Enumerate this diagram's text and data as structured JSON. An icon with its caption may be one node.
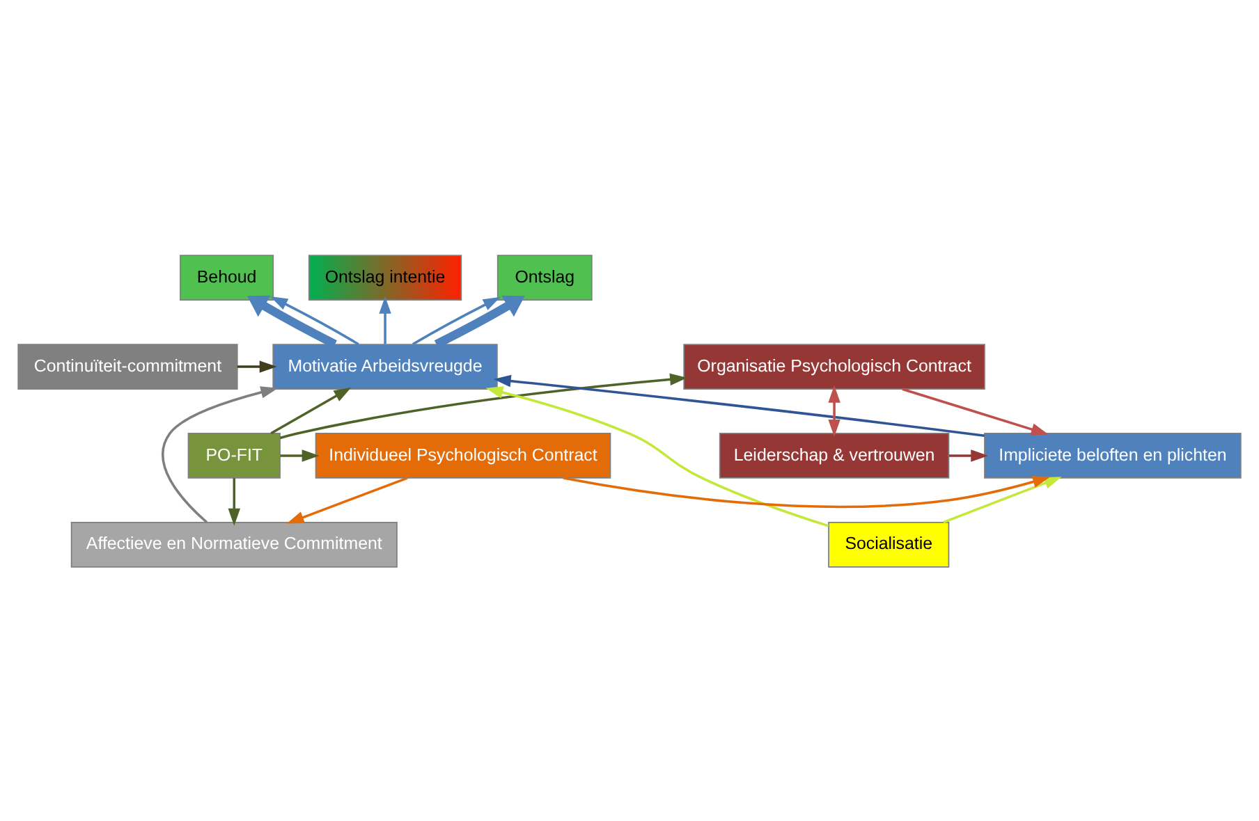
{
  "diagram": {
    "nodes": [
      {
        "text": [
          "Behoud"
        ]
      },
      {
        "text": [
          "Ontslag intentie"
        ]
      },
      {
        "text": [
          "Ontslag"
        ]
      },
      {
        "text": [
          "Motivatie Arbeidsvreugde"
        ]
      },
      {
        "text": [
          "Affectieve en Normatieve Commitment"
        ]
      },
      {
        "text": [
          "Continuïteit-commitment"
        ]
      },
      {
        "text": [
          "PO-FIT"
        ]
      },
      {
        "text": [
          "Socialisatie"
        ]
      },
      {
        "text": [
          "Individueel Psychologisch Contract"
        ]
      },
      {
        "text": [
          "Impliciete beloften en plichten"
        ]
      },
      {
        "text": [
          "Leiderschap & vertrouwen"
        ]
      },
      {
        "text": [
          "Organisatie Psychologisch Contract"
        ]
      }
    ],
    "edges": [
      {
        "from": 3,
        "to": 0,
        "arrow": "to",
        "style": "thick",
        "color": "#4f81bd"
      },
      {
        "from": 3,
        "to": 1,
        "arrow": "to",
        "color": "#4f81bd"
      },
      {
        "from": 3,
        "to": 0,
        "arrow": "to",
        "color": "#4f81bd"
      },
      {
        "from": 3,
        "to": 2,
        "arrow": "to",
        "color": "#4f81bd"
      },
      {
        "from": 3,
        "to": 2,
        "arrow": "to",
        "style": "thick",
        "color": "#4f81bd"
      },
      {
        "from": 6,
        "to": 3,
        "arrow": "to",
        "color": "#4f6228"
      },
      {
        "from": 6,
        "to": 4,
        "arrow": "to",
        "color": "#4f6228"
      },
      {
        "from": 6,
        "to": 8,
        "arrow": "to",
        "color": "#4f6228"
      },
      {
        "from": 6,
        "to": 11,
        "arrow": "to",
        "color": "#4f6228"
      },
      {
        "from": 4,
        "to": 3,
        "arrow": "to",
        "color": "#7f7f7f"
      },
      {
        "from": 5,
        "to": 3,
        "arrow": "to",
        "color": "#3f3f1f"
      },
      {
        "from": 7,
        "to": 3,
        "arrow": "to",
        "color": "#c4e83a"
      },
      {
        "from": 7,
        "to": 9,
        "arrow": "to",
        "color": "#c4e83a"
      },
      {
        "from": 8,
        "to": 4,
        "arrow": "to",
        "color": "#e36c09"
      },
      {
        "from": 8,
        "to": 9,
        "arrow": "to",
        "color": "#e36c09"
      },
      {
        "from": 9,
        "to": 3,
        "arrow": "to",
        "color": "#2f5597"
      },
      {
        "from": 10,
        "to": 9,
        "arrow": "to",
        "color": "#953735"
      },
      {
        "from": 11,
        "to": 9,
        "arrow": "to",
        "color": "#c0504d"
      },
      {
        "from": 11,
        "to": 10,
        "arrow": "both",
        "color": "#c0504d"
      }
    ]
  }
}
